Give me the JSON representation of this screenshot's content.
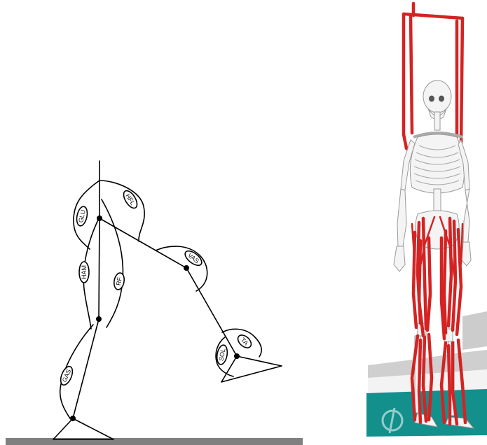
{
  "diagram": {
    "muscles": [
      {
        "id": "hfl",
        "label": "HFL"
      },
      {
        "id": "glu",
        "label": "GLU"
      },
      {
        "id": "vas",
        "label": "VAS"
      },
      {
        "id": "ham",
        "label": "HAM"
      },
      {
        "id": "rf",
        "label": "RF"
      },
      {
        "id": "ta",
        "label": "TA"
      },
      {
        "id": "sol",
        "label": "SOL"
      },
      {
        "id": "gas",
        "label": "GAS"
      }
    ]
  },
  "render": {
    "muscle_color": "#d42323",
    "floor_color": "#138f8c",
    "ground_bar_color": "#808080"
  }
}
